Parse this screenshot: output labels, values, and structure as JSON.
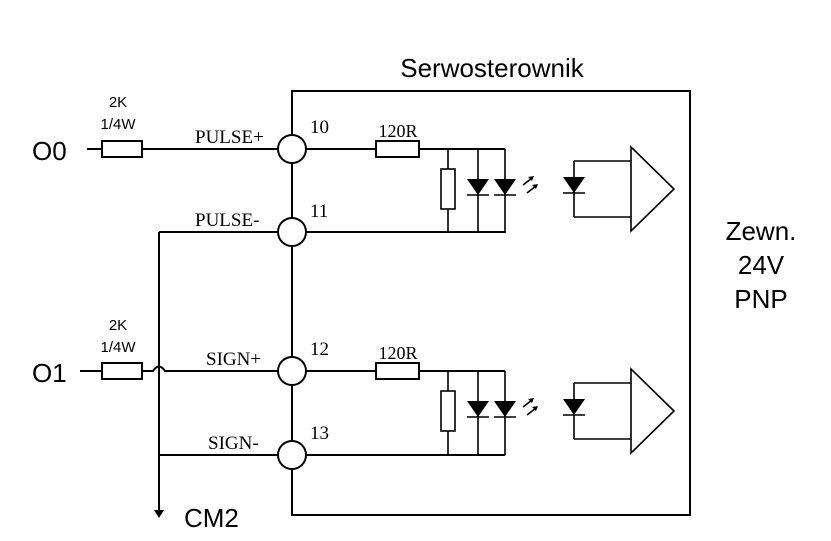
{
  "title": "Serwosterownik",
  "external_supply": {
    "line1": "Zewn.",
    "line2": "24V",
    "line3": "PNP"
  },
  "outputs": [
    {
      "name": "O0",
      "resistor_value": "2K",
      "resistor_power": "1/4W"
    },
    {
      "name": "O1",
      "resistor_value": "2K",
      "resistor_power": "1/4W"
    }
  ],
  "terminals": [
    {
      "label": "PULSE+",
      "pin": "10"
    },
    {
      "label": "PULSE-",
      "pin": "11"
    },
    {
      "label": "SIGN+",
      "pin": "12"
    },
    {
      "label": "SIGN-",
      "pin": "13"
    }
  ],
  "internal_resistors": [
    "120R",
    "120R"
  ],
  "common": "CM2"
}
